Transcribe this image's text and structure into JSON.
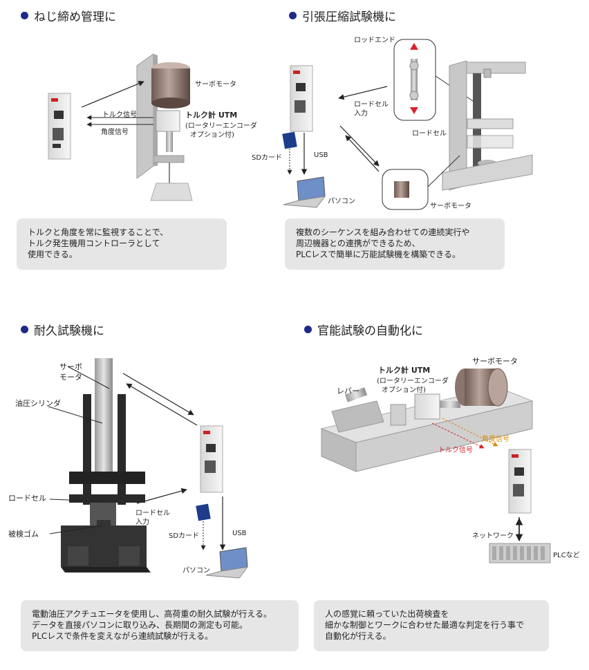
{
  "sections": {
    "s1": {
      "title": "ねじ締め管理に",
      "labels": {
        "servo": "サーボモータ",
        "torque_signal": "トルク信号",
        "angle_signal": "角度信号",
        "meter": "トルク計 UTM",
        "encoder1": "(ロータリーエンコーダ",
        "encoder2": "オプション付)"
      },
      "desc": [
        "トルクと角度を常に監視することで、",
        "トルク発生機用コントローラとして",
        "使用できる。"
      ]
    },
    "s2": {
      "title": "引張圧縮試験機に",
      "labels": {
        "rod_end": "ロッドエンド",
        "loadcell_input1": "ロードセル",
        "loadcell_input2": "入力",
        "loadcell": "ロードセル",
        "sdcard": "SDカード",
        "usb": "USB",
        "pc": "パソコン",
        "servo": "サーボモータ"
      },
      "desc": [
        "複数のシーケンスを組み合わせての連続実行や",
        "周辺機器との連携ができるため、",
        "PLCレスで簡単に万能試験機を構築できる。"
      ]
    },
    "s3": {
      "title": "耐久試験機に",
      "labels": {
        "servo1": "サーボ",
        "servo2": "モータ",
        "cylinder": "油圧シリンダ",
        "loadcell": "ロードセル",
        "loadcell_input1": "ロードセル",
        "loadcell_input2": "入力",
        "rubber": "被検ゴム",
        "sdcard": "SDカード",
        "usb": "USB",
        "pc": "パソコン"
      },
      "desc": [
        "電動油圧アクチュエータを使用し、高荷重の耐久試験が行える。",
        "データを直接パソコンに取り込み、長期間の測定も可能。",
        "PLCレスで条件を変えながら連続試験が行える。"
      ]
    },
    "s4": {
      "title": "官能試験の自動化に",
      "labels": {
        "servo": "サーボモータ",
        "meter": "トルク計 UTM",
        "encoder1": "(ロータリーエンコーダ",
        "encoder2": "オプション付)",
        "lever": "レバー",
        "angle_signal": "角度信号",
        "torque_signal": "トルク信号",
        "network": "ネットワーク",
        "plc": "PLCなど"
      },
      "desc": [
        "人の感覚に頼っていた出荷検査を",
        "細かな制御とワークに合わせた最適な判定を行う事で",
        "自動化が行える。"
      ]
    }
  },
  "colors": {
    "bullet": "#1d2a8a",
    "panel": "#e6e6e6",
    "torque": "#d8232a",
    "angle": "#e08a00"
  }
}
